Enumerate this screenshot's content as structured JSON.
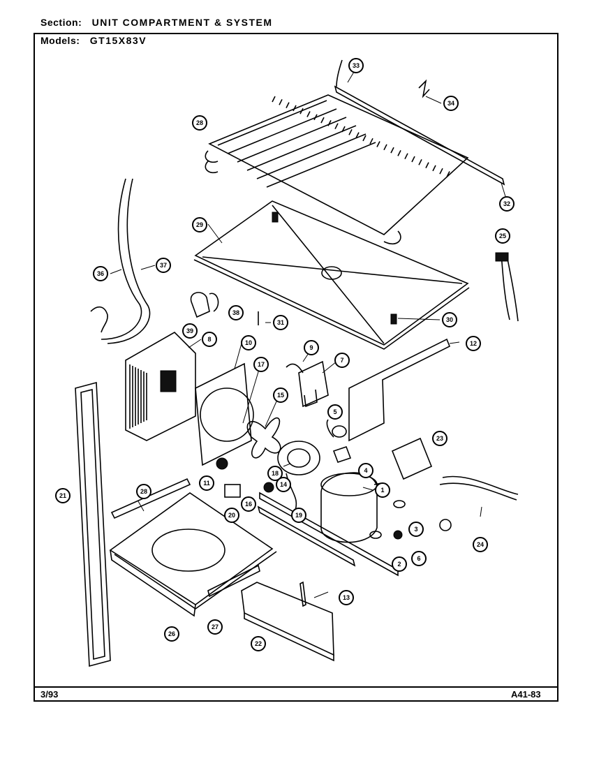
{
  "header": {
    "section_label": "Section:",
    "section_value": "UNIT COMPARTMENT & SYSTEM",
    "models_label": "Models:",
    "models_value": "GT15X83V"
  },
  "footer": {
    "date": "3/93",
    "page_code": "A41-83"
  },
  "callouts": [
    {
      "id": "c33",
      "label": "33"
    },
    {
      "id": "c34",
      "label": "34"
    },
    {
      "id": "c32",
      "label": "32"
    },
    {
      "id": "c28a",
      "label": "28"
    },
    {
      "id": "c29",
      "label": "29"
    },
    {
      "id": "c25",
      "label": "25"
    },
    {
      "id": "c36",
      "label": "36"
    },
    {
      "id": "c37",
      "label": "37"
    },
    {
      "id": "c38",
      "label": "38"
    },
    {
      "id": "c39",
      "label": "39"
    },
    {
      "id": "c31",
      "label": "31"
    },
    {
      "id": "c30",
      "label": "30"
    },
    {
      "id": "c8",
      "label": "8"
    },
    {
      "id": "c10",
      "label": "10"
    },
    {
      "id": "c9",
      "label": "9"
    },
    {
      "id": "c7",
      "label": "7"
    },
    {
      "id": "c12",
      "label": "12"
    },
    {
      "id": "c17",
      "label": "17"
    },
    {
      "id": "c15",
      "label": "15"
    },
    {
      "id": "c5",
      "label": "5"
    },
    {
      "id": "c23",
      "label": "23"
    },
    {
      "id": "c4",
      "label": "4"
    },
    {
      "id": "c11",
      "label": "11"
    },
    {
      "id": "c18",
      "label": "18"
    },
    {
      "id": "c14",
      "label": "14"
    },
    {
      "id": "c1",
      "label": "1"
    },
    {
      "id": "c21",
      "label": "21"
    },
    {
      "id": "c28b",
      "label": "28"
    },
    {
      "id": "c16",
      "label": "16"
    },
    {
      "id": "c20",
      "label": "20"
    },
    {
      "id": "c19",
      "label": "19"
    },
    {
      "id": "c3",
      "label": "3"
    },
    {
      "id": "c24",
      "label": "24"
    },
    {
      "id": "c6",
      "label": "6"
    },
    {
      "id": "c2",
      "label": "2"
    },
    {
      "id": "c13",
      "label": "13"
    },
    {
      "id": "c26",
      "label": "26"
    },
    {
      "id": "c27",
      "label": "27"
    },
    {
      "id": "c22",
      "label": "22"
    }
  ]
}
